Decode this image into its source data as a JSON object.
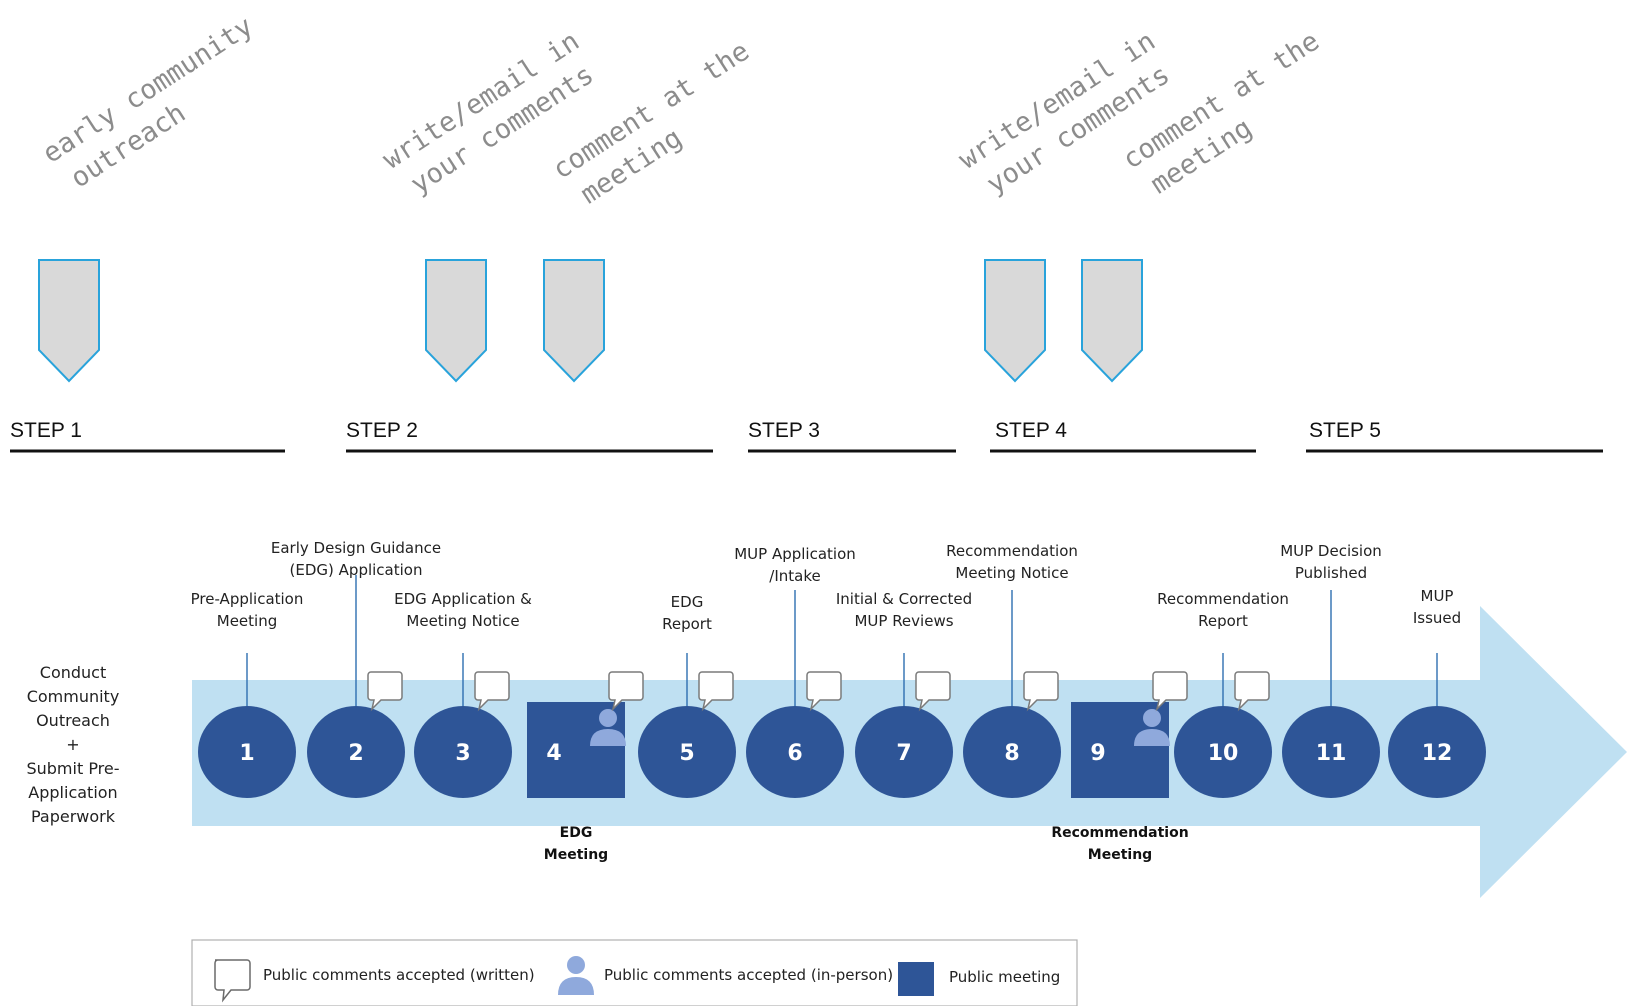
{
  "annotations": [
    {
      "lines": [
        "early community",
        "outreach"
      ]
    },
    {
      "lines": [
        "write/email in",
        "your comments"
      ]
    },
    {
      "lines": [
        "comment at the",
        "meeting"
      ]
    },
    {
      "lines": [
        "write/email in",
        "your comments"
      ]
    },
    {
      "lines": [
        "comment at the",
        "meeting"
      ]
    }
  ],
  "steps": [
    "STEP 1",
    "STEP 2",
    "STEP 3",
    "STEP 4",
    "STEP 5"
  ],
  "left_label": [
    "Conduct",
    "Community",
    "Outreach",
    "+",
    "Submit Pre-",
    "Application",
    "Paperwork"
  ],
  "nodes": [
    {
      "num": "1",
      "shape": "circle",
      "label": [
        "Pre-Application",
        "Meeting"
      ],
      "comment": false
    },
    {
      "num": "2",
      "shape": "circle",
      "label": [
        "Early Design Guidance",
        "(EDG) Application"
      ],
      "comment": true
    },
    {
      "num": "3",
      "shape": "circle",
      "label": [
        "EDG Application &",
        "Meeting Notice"
      ],
      "comment": true
    },
    {
      "num": "4",
      "shape": "square",
      "label": [],
      "comment": true,
      "person": true,
      "below": [
        "EDG",
        "Meeting"
      ]
    },
    {
      "num": "5",
      "shape": "circle",
      "label": [
        "EDG",
        "Report"
      ],
      "comment": true
    },
    {
      "num": "6",
      "shape": "circle",
      "label": [
        "MUP Application",
        "/Intake"
      ],
      "comment": true
    },
    {
      "num": "7",
      "shape": "circle",
      "label": [
        "Initial & Corrected",
        "MUP Reviews"
      ],
      "comment": true
    },
    {
      "num": "8",
      "shape": "circle",
      "label": [
        "Recommendation",
        "Meeting Notice"
      ],
      "comment": true
    },
    {
      "num": "9",
      "shape": "square",
      "label": [],
      "comment": true,
      "person": true,
      "below": [
        "Recommendation",
        "Meeting"
      ]
    },
    {
      "num": "10",
      "shape": "circle",
      "label": [
        "Recommendation",
        "Report"
      ],
      "comment": true
    },
    {
      "num": "11",
      "shape": "circle",
      "label": [
        "MUP Decision",
        "Published"
      ],
      "comment": false
    },
    {
      "num": "12",
      "shape": "circle",
      "label": [
        "MUP",
        "Issued"
      ],
      "comment": false
    }
  ],
  "legend": {
    "written": "Public comments accepted (written)",
    "in_person": "Public comments accepted (in-person)",
    "meeting": "Public meeting"
  },
  "colors": {
    "arrow": "#bfe0f2",
    "node": "#2e5597",
    "person": "#8fa9dc",
    "marker_fill": "#d9d9d9",
    "marker_stroke": "#29a3db",
    "annotation_text": "#8c8c8c"
  },
  "icons": [
    "speech-bubble-icon",
    "person-icon",
    "square-icon",
    "marker-pentagon-icon"
  ]
}
